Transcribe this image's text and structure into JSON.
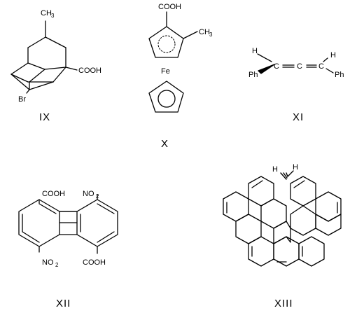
{
  "compounds": [
    {
      "numeral": "IX",
      "labels": {
        "methyl": "CH",
        "methyl_sub": "3",
        "bromo": "Br",
        "acid": "COOH"
      }
    },
    {
      "numeral": "X",
      "labels": {
        "acid": "COOH",
        "methyl": "CH",
        "methyl_sub": "3",
        "iron": "Fe"
      }
    },
    {
      "numeral": "XI",
      "labels": {
        "h_left": "H",
        "h_right": "H",
        "c_left": "C",
        "c_mid": "C",
        "c_right": "C",
        "ph_left": "Ph",
        "ph_right": "Ph"
      }
    },
    {
      "numeral": "XII",
      "labels": {
        "acid_top": "COOH",
        "nitro_top": "NO",
        "nitro_top_sub": "2",
        "nitro_bottom": "NO",
        "nitro_bottom_sub": "2",
        "acid_bottom": "COOH"
      }
    },
    {
      "numeral": "XIII",
      "labels": {
        "h_left": "H",
        "h_right": "H"
      }
    }
  ]
}
